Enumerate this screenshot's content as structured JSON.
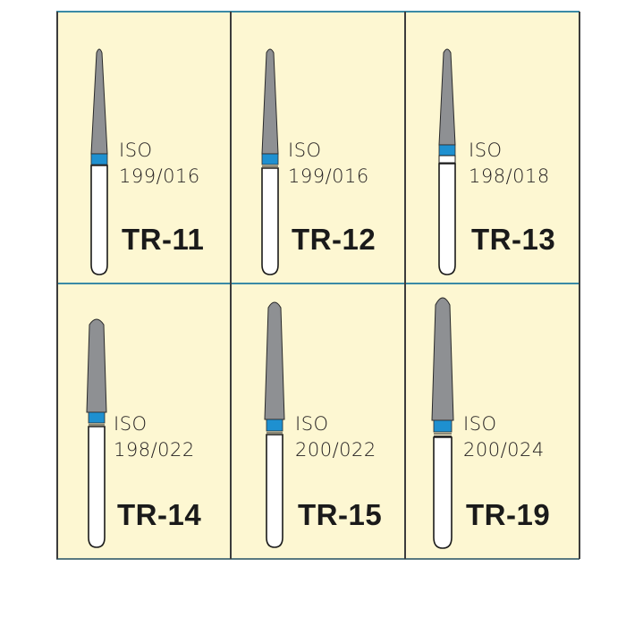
{
  "colors": {
    "background": "#fdf7d2",
    "grid_horizontal": "#3a8aa6",
    "grid_vertical": "#3c3c3c",
    "bur_head": "#8e9093",
    "bur_band": "#1e90d0",
    "bur_shank": "#ffffff"
  },
  "products": [
    {
      "iso_label": "ISO",
      "iso_code": "199/016",
      "model": "TR-11"
    },
    {
      "iso_label": "ISO",
      "iso_code": "199/016",
      "model": "TR-12"
    },
    {
      "iso_label": "ISO",
      "iso_code": "198/018",
      "model": "TR-13"
    },
    {
      "iso_label": "ISO",
      "iso_code": "198/022",
      "model": "TR-14"
    },
    {
      "iso_label": "ISO",
      "iso_code": "200/022",
      "model": "TR-15"
    },
    {
      "iso_label": "ISO",
      "iso_code": "200/024",
      "model": "TR-19"
    }
  ]
}
